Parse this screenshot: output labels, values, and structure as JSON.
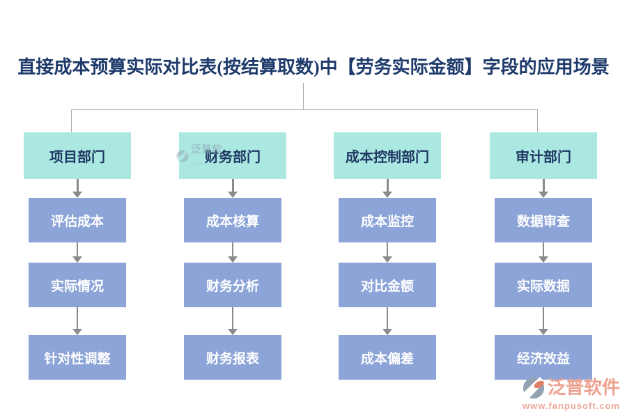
{
  "title": "直接成本预算实际对比表(按结算取数)中【劳务实际金额】字段的应用场景",
  "columns": [
    {
      "header": "项目部门",
      "steps": [
        "评估成本",
        "实际情况",
        "针对性调整"
      ]
    },
    {
      "header": "财务部门",
      "steps": [
        "成本核算",
        "财务分析",
        "财务报表"
      ]
    },
    {
      "header": "成本控制部门",
      "steps": [
        "成本监控",
        "对比金额",
        "成本偏差"
      ]
    },
    {
      "header": "审计部门",
      "steps": [
        "数据审查",
        "实际数据",
        "经济效益"
      ]
    }
  ],
  "watermark": {
    "text": "泛普软",
    "subtext": "FANPU SO"
  },
  "brand": {
    "name": "泛普软件",
    "url": "www.fanpusoft.com"
  },
  "colors": {
    "title_text": "#1e3a6b",
    "header_box": "#abe8e1",
    "header_text": "#1f3864",
    "step_box": "#8ca4d7",
    "step_text": "#ffffff",
    "arrow": "#8a8a8a",
    "tree_line": "#a9a9a9",
    "brand_text": "#eda08d"
  }
}
